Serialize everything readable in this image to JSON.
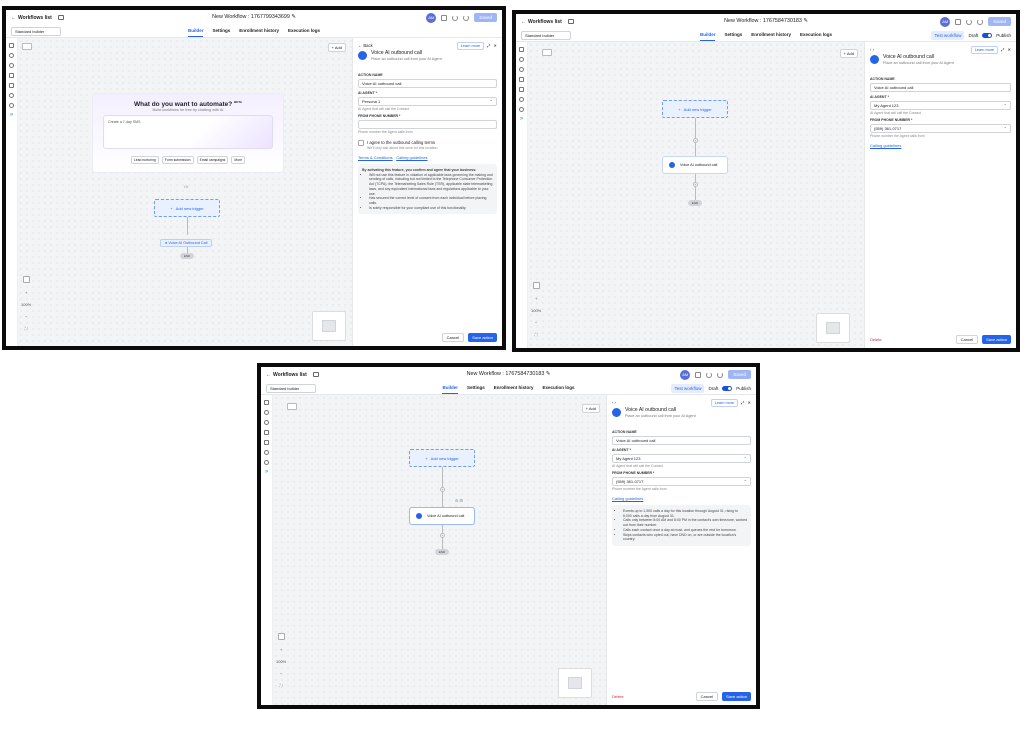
{
  "common": {
    "back_label": "Workflows list",
    "standard_builder": "Standard builder",
    "tabs": [
      "Builder",
      "Settings",
      "Enrollment history",
      "Execution logs"
    ],
    "avatar_initials": "AM",
    "save_label": "Saved",
    "test_workflow": "Test workflow",
    "draft": "Draft",
    "publish": "Publish",
    "add_label": "Add",
    "zoom_level": "100%",
    "add_trigger": "Add new trigger",
    "end_label": "END",
    "learn_more": "Learn more",
    "back_nav": "Back",
    "panel_title": "Voice AI outbound call",
    "panel_subtitle": "Place an outbound call from your AI Agent",
    "action_name_label": "ACTION NAME",
    "action_name_value": "Voice AI outbound call",
    "ai_agent_label": "AI AGENT *",
    "ai_agent_help": "AI Agent that will call the Contact",
    "from_phone_label": "FROM PHONE NUMBER *",
    "from_phone_help": "Phone number the Agent calls from",
    "calling_guidelines": "Calling guidelines",
    "cancel": "Cancel",
    "save_action": "Save action",
    "delete": "Delete",
    "accent_color": "#2563eb"
  },
  "screen1": {
    "title": "New Workflow : 1767799343699",
    "ai_title": "What do you want to automate?",
    "ai_badge": "BETA",
    "ai_subtitle": "Build workflows for free by chatting with AI",
    "ai_placeholder": "Create a 7-day SMS",
    "chips": [
      "Lead nurturing",
      "Form submission",
      "Email campaigns",
      "More"
    ],
    "or_label": "Or",
    "node_label": "Voice AI Outbound Call",
    "ai_agent_value": "Persona 1",
    "from_phone_value": "",
    "consent_label": "I agree to the outbound calling terms",
    "consent_help": "We'll only ask about this once for this location",
    "terms_link": "Terms & Conditions",
    "guidelines_link": "Calling guidelines",
    "info_intro": "By activating this feature, you confirm and agree that your business:",
    "info_bullets": [
      "Will not use this feature in violation of applicable laws governing the making and sending of calls, including but not limited to the Telephone Consumer Protection Act (TCPA), the Telemarketing Sales Rule (TSR), applicable state telemarketing laws, and any equivalent international laws and regulations applicable to your use.",
      "Has secured the correct level of consent from each individual before placing calls.",
      "Is solely responsible for your compliant use of this functionality."
    ]
  },
  "screen2": {
    "title": "New Workflow : 1767584730183",
    "node_label": "Voice AI outbound call",
    "ai_agent_value": "My Agent 123",
    "from_phone_value": "(559) 361-0717"
  },
  "screen3": {
    "title": "New Workflow : 1767584730183",
    "node_label": "Voice AI outbound call",
    "ai_agent_value": "My Agent 123",
    "from_phone_value": "(559) 361-0717",
    "guideline_bullets": [
      "Events up to 1,500 calls a day for this location through August 31, rising to 6,000 calls a day from August 31.",
      "Calls only between 8:00 AM and 8:00 PM in the contact's own timezone, worked out from their number.",
      "Calls each contact once a day at most, and queues the rest for tomorrow.",
      "Skips contacts who opted out, have DND on, or are outside the location's country."
    ]
  }
}
